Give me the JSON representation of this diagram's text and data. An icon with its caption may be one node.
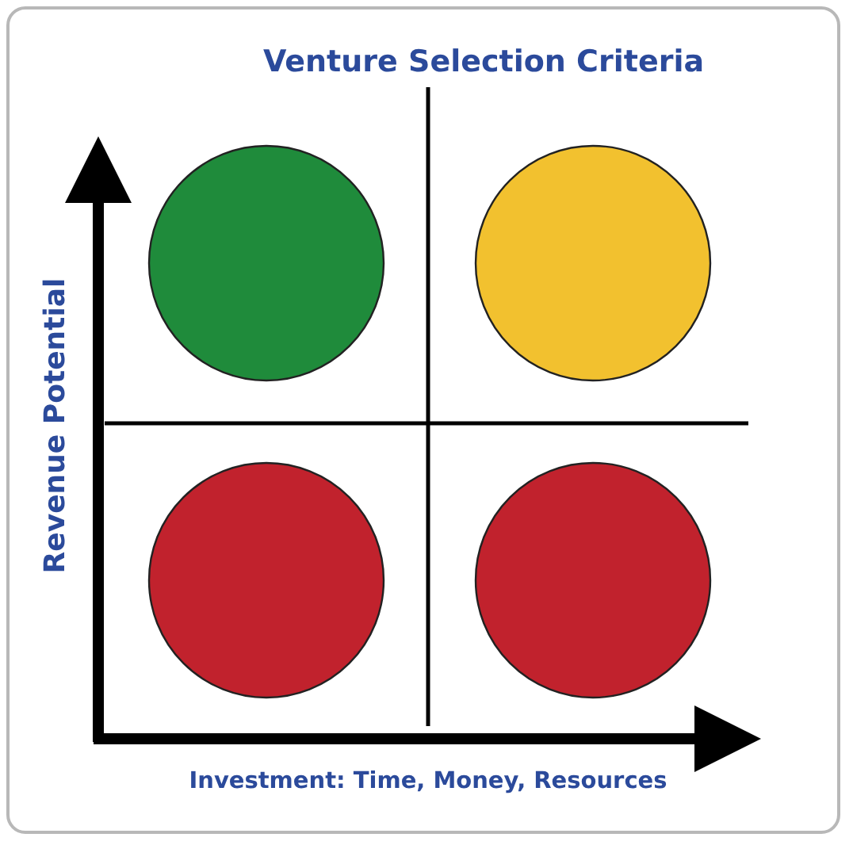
{
  "diagram": {
    "title": "Venture Selection Criteria",
    "nodes": [
      {
        "text": [],
        "shape": "circle"
      },
      {
        "text": [],
        "shape": "circle"
      },
      {
        "text": [],
        "shape": "circle"
      },
      {
        "text": [],
        "shape": "circle"
      }
    ],
    "labels": [
      "Revenue Potential",
      "Investment: Time, Money, Resources"
    ]
  }
}
